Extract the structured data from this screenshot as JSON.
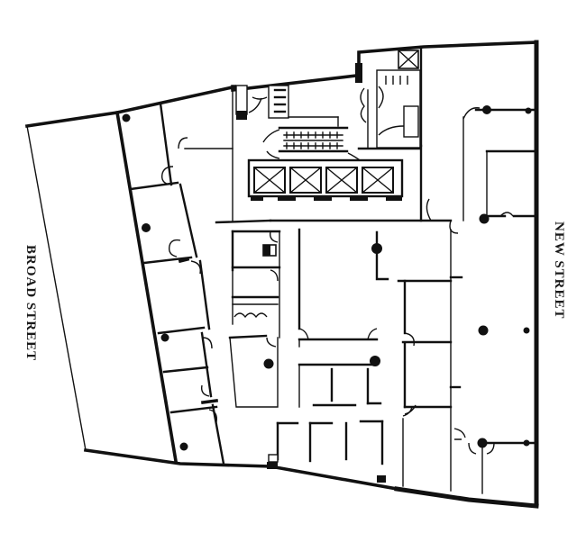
{
  "diagram": {
    "type": "architectural-floor-plan",
    "labels": {
      "west_street": "BROAD STREET",
      "east_street": "NEW STREET"
    },
    "colors": {
      "background": "#ffffff",
      "walls": "#111111"
    },
    "elements": {
      "elevators": 4,
      "columns": 14,
      "stairs": 2,
      "restrooms": 2
    }
  }
}
